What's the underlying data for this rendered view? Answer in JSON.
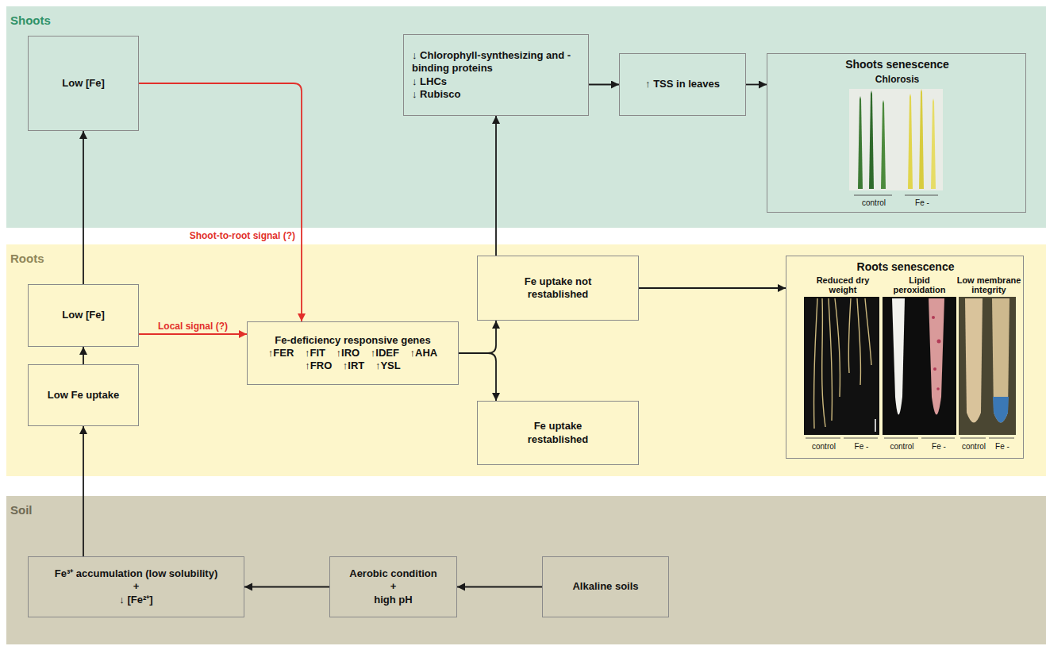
{
  "diagram": {
    "nodes": [
      {
        "text": [
          "Shoots"
        ]
      },
      {
        "text": [
          "Low [Fe]"
        ],
        "in": 0
      },
      {
        "text": [
          "↓ Chlorophyll-synthesizing and -binding proteins",
          "↓ LHCs",
          "↓ Rubisco"
        ],
        "in": 0
      },
      {
        "text": [
          "↑ TSS in leaves"
        ],
        "in": 0
      },
      {
        "text": [
          "Shoots senescence",
          "Chlorosis",
          "control",
          "Fe -"
        ],
        "in": 0
      },
      {
        "text": [
          "Roots"
        ]
      },
      {
        "text": [
          "Low [Fe]"
        ],
        "in": 5
      },
      {
        "text": [
          "Low Fe uptake"
        ],
        "in": 5
      },
      {
        "text": [
          "Fe-deficiency responsive genes",
          "↑FER ↑FIT ↑IRO ↑IDEF ↑AHA ↑FRO ↑IRT ↑YSL"
        ],
        "in": 5
      },
      {
        "text": [
          "Fe uptake not restablished"
        ],
        "in": 5
      },
      {
        "text": [
          "Fe uptake restablished"
        ],
        "in": 5
      },
      {
        "text": [
          "Roots senescence",
          "Reduced dry weight",
          "Lipid peroxidation",
          "Low membrane integrity",
          "control",
          "Fe -",
          "control",
          "Fe -",
          "control",
          "Fe -"
        ],
        "in": 5
      },
      {
        "text": [
          "Soil"
        ]
      },
      {
        "text": [
          "Fe³⁺ accumulation (low solubility)",
          "+",
          "↓ [Fe²⁺]"
        ],
        "in": 12
      },
      {
        "text": [
          "Aerobic condition",
          "+",
          "high pH"
        ],
        "in": 12
      },
      {
        "text": [
          "Alkaline soils"
        ],
        "in": 12
      }
    ],
    "edges": [
      {
        "from": 7,
        "to": 6,
        "arrow": "to"
      },
      {
        "from": 6,
        "to": 1,
        "arrow": "to"
      },
      {
        "from": 1,
        "to": 8,
        "label": "Shoot-to-root signal (?)",
        "arrow": "to"
      },
      {
        "from": 6,
        "to": 8,
        "label": "Local signal (?)",
        "arrow": "to"
      },
      {
        "from": 8,
        "to": 9,
        "arrow": "to"
      },
      {
        "from": 8,
        "to": 10,
        "arrow": "to"
      },
      {
        "from": 9,
        "to": 2,
        "arrow": "to"
      },
      {
        "from": 2,
        "to": 3,
        "arrow": "to"
      },
      {
        "from": 3,
        "to": 4,
        "arrow": "to"
      },
      {
        "from": 9,
        "to": 11,
        "arrow": "to"
      },
      {
        "from": 13,
        "to": 7,
        "arrow": "to"
      },
      {
        "from": 14,
        "to": 13,
        "arrow": "to"
      },
      {
        "from": 15,
        "to": 14,
        "arrow": "to"
      }
    ]
  }
}
